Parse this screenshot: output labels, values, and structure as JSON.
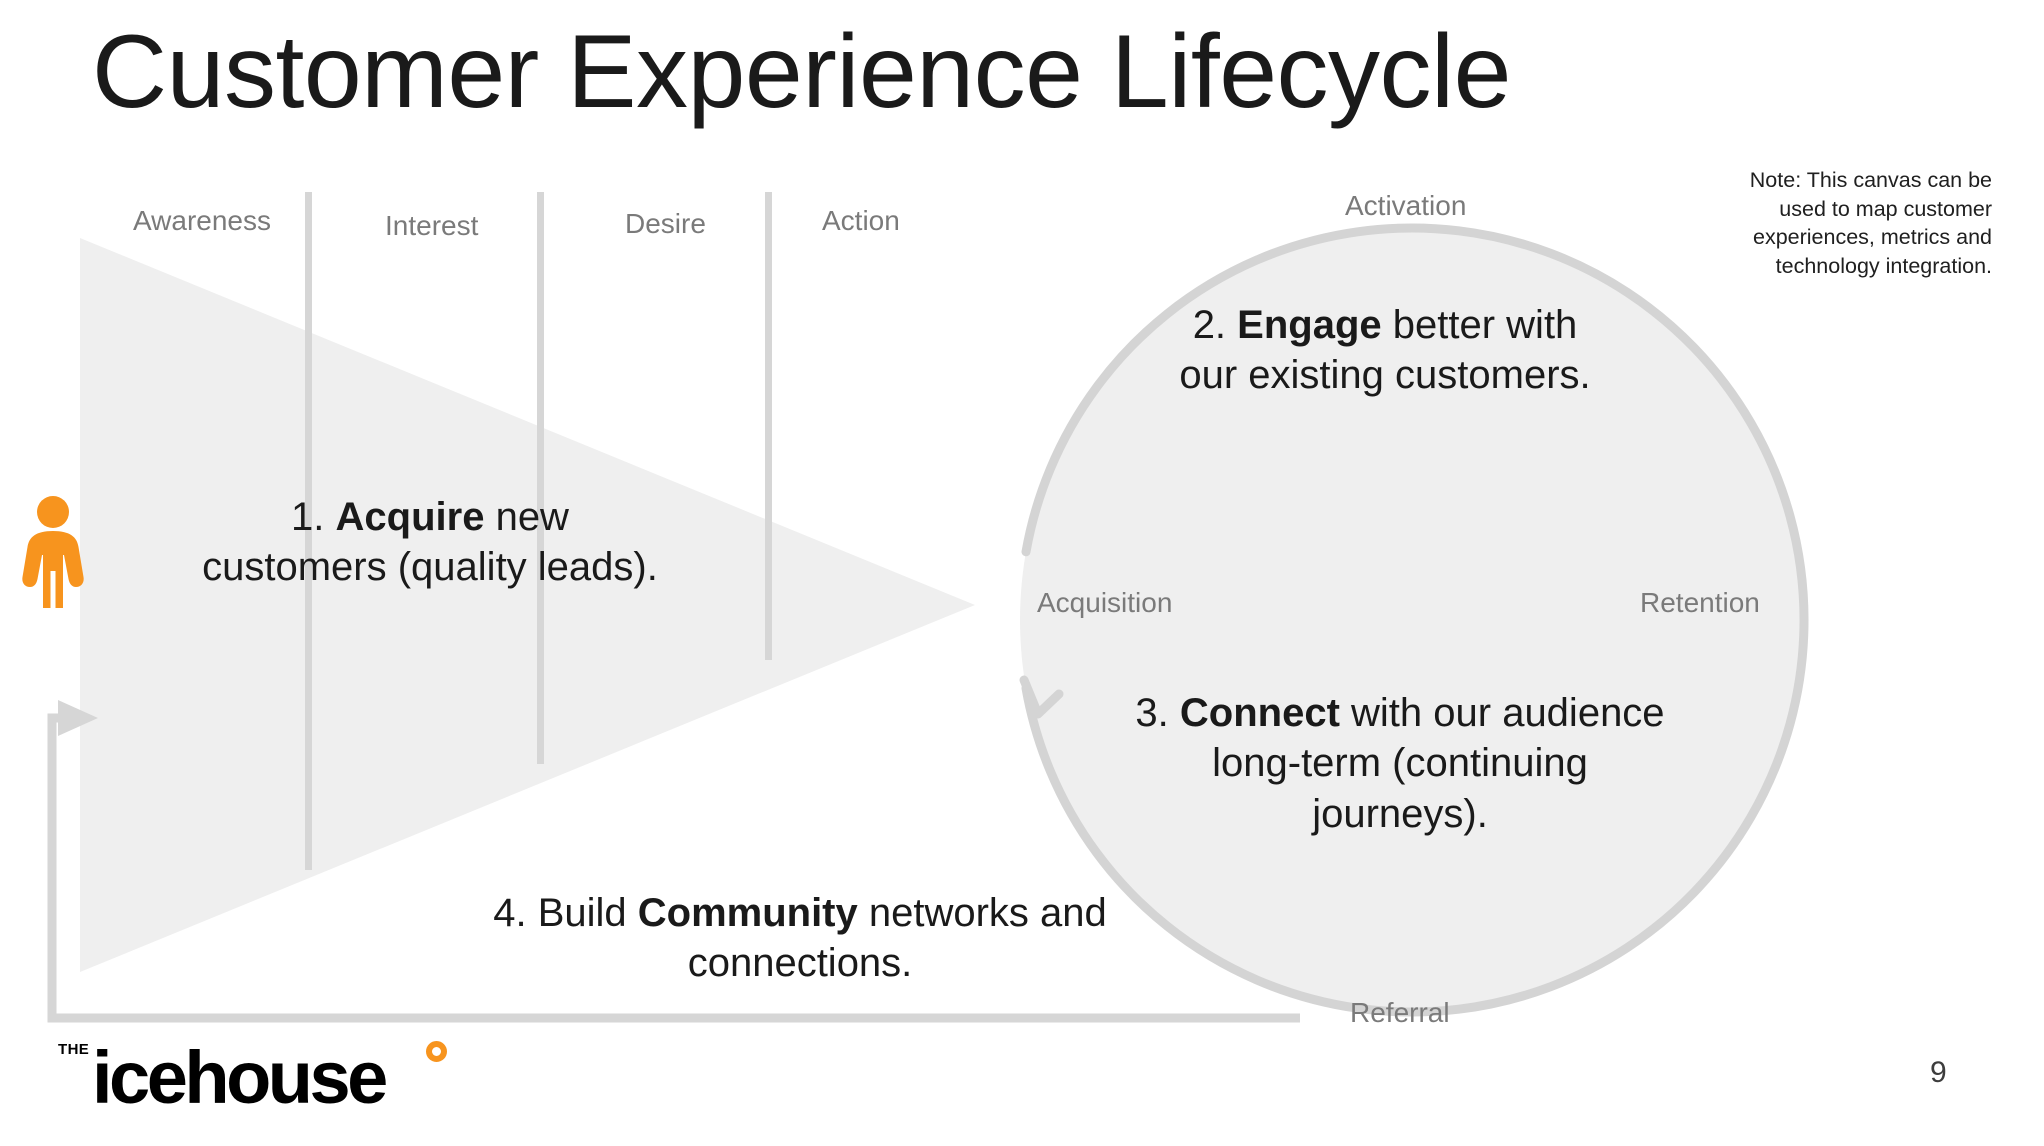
{
  "slide": {
    "title": "Customer Experience Lifecycle",
    "page_number": "9",
    "note": "Note: This canvas can be used to map customer experiences, metrics and technology integration."
  },
  "colors": {
    "accent_orange": "#f7941e",
    "shape_fill": "#efefef",
    "shape_stroke": "#d4d4d4",
    "label_grey": "#7a7a7a",
    "text_dark": "#1a1a1a"
  },
  "funnel": {
    "name": "acquisition-funnel",
    "stages": [
      {
        "label": "Awareness"
      },
      {
        "label": "Interest"
      },
      {
        "label": "Desire"
      },
      {
        "label": "Action"
      }
    ],
    "copy": {
      "number": "1. ",
      "bold": "Acquire",
      "rest": " new customers (quality leads)."
    }
  },
  "circle": {
    "name": "retention-loop",
    "stages": [
      {
        "label": "Activation",
        "position": "top"
      },
      {
        "label": "Acquisition",
        "position": "left"
      },
      {
        "label": "Retention",
        "position": "right"
      },
      {
        "label": "Referral",
        "position": "bottom"
      }
    ],
    "copy_top": {
      "number": "2. ",
      "bold": "Engage",
      "rest": " better with our existing customers."
    },
    "copy_bottom": {
      "number": "3. ",
      "bold": "Connect",
      "rest": " with our audience long-term (continuing journeys)."
    }
  },
  "community": {
    "number": "4. Build ",
    "bold": "Community",
    "rest": " networks and connections."
  },
  "logo": {
    "the": "THE",
    "word": "icehouse",
    "dot": "orange-ring"
  },
  "icons": {
    "person": "person-icon",
    "feedback_arrow": "feedback-loop-arrow",
    "circle_arrow": "circle-flow-arrow"
  }
}
